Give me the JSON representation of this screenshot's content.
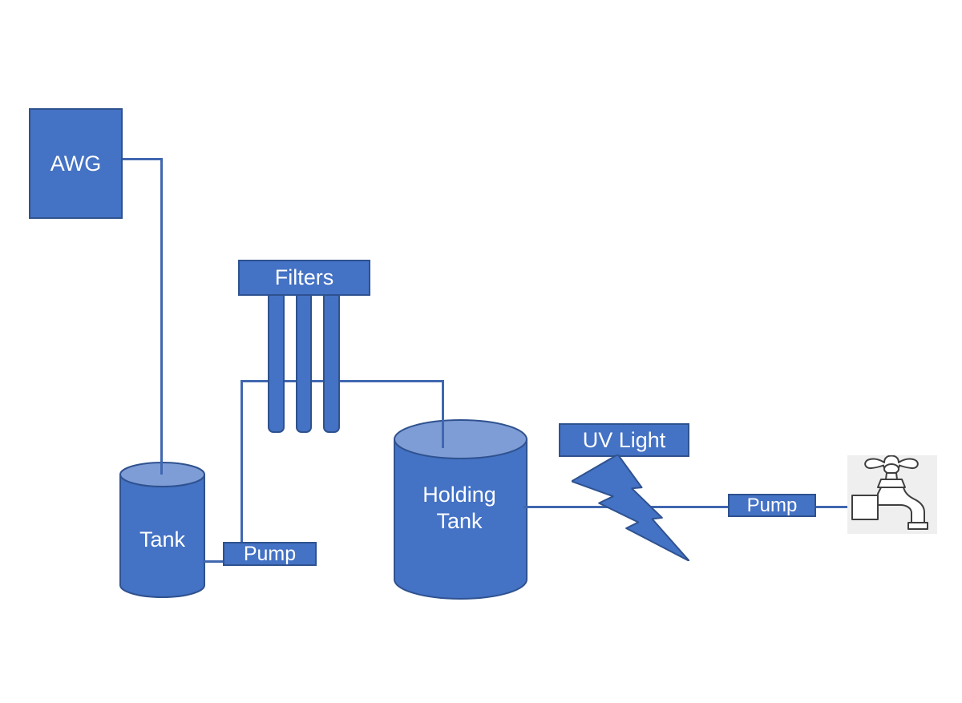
{
  "diagram": {
    "type": "process-flow",
    "nodes": {
      "awg": {
        "label": "AWG",
        "shape": "rectangle"
      },
      "tank": {
        "label": "Tank",
        "shape": "cylinder"
      },
      "pump_left": {
        "label": "Pump",
        "shape": "rectangle"
      },
      "filters": {
        "label": "Filters",
        "shape": "rectangle-with-prongs",
        "prong_count": 3
      },
      "holding_tank": {
        "label": "Holding Tank",
        "shape": "cylinder"
      },
      "uv_light": {
        "label": "UV Light",
        "shape": "rectangle",
        "icon": "lightning-bolt-icon"
      },
      "pump_right": {
        "label": "Pump",
        "shape": "rectangle"
      },
      "faucet": {
        "label": "",
        "icon": "faucet-icon"
      }
    },
    "edges": [
      {
        "from": "awg",
        "to": "tank"
      },
      {
        "from": "tank",
        "to": "pump_left"
      },
      {
        "from": "pump_left",
        "to": "filters"
      },
      {
        "from": "filters",
        "to": "holding_tank"
      },
      {
        "from": "holding_tank",
        "to": "pump_right",
        "via": "uv_light"
      },
      {
        "from": "pump_right",
        "to": "faucet"
      }
    ],
    "colors": {
      "shape_fill": "#4472C4",
      "shape_border": "#2F528F",
      "cylinder_top": "#7E9CD6",
      "connector": "#4067B0",
      "label_text": "#FFFFFF",
      "faucet_bg": "#EFEFEF",
      "faucet_outline": "#3F3F3F"
    }
  }
}
